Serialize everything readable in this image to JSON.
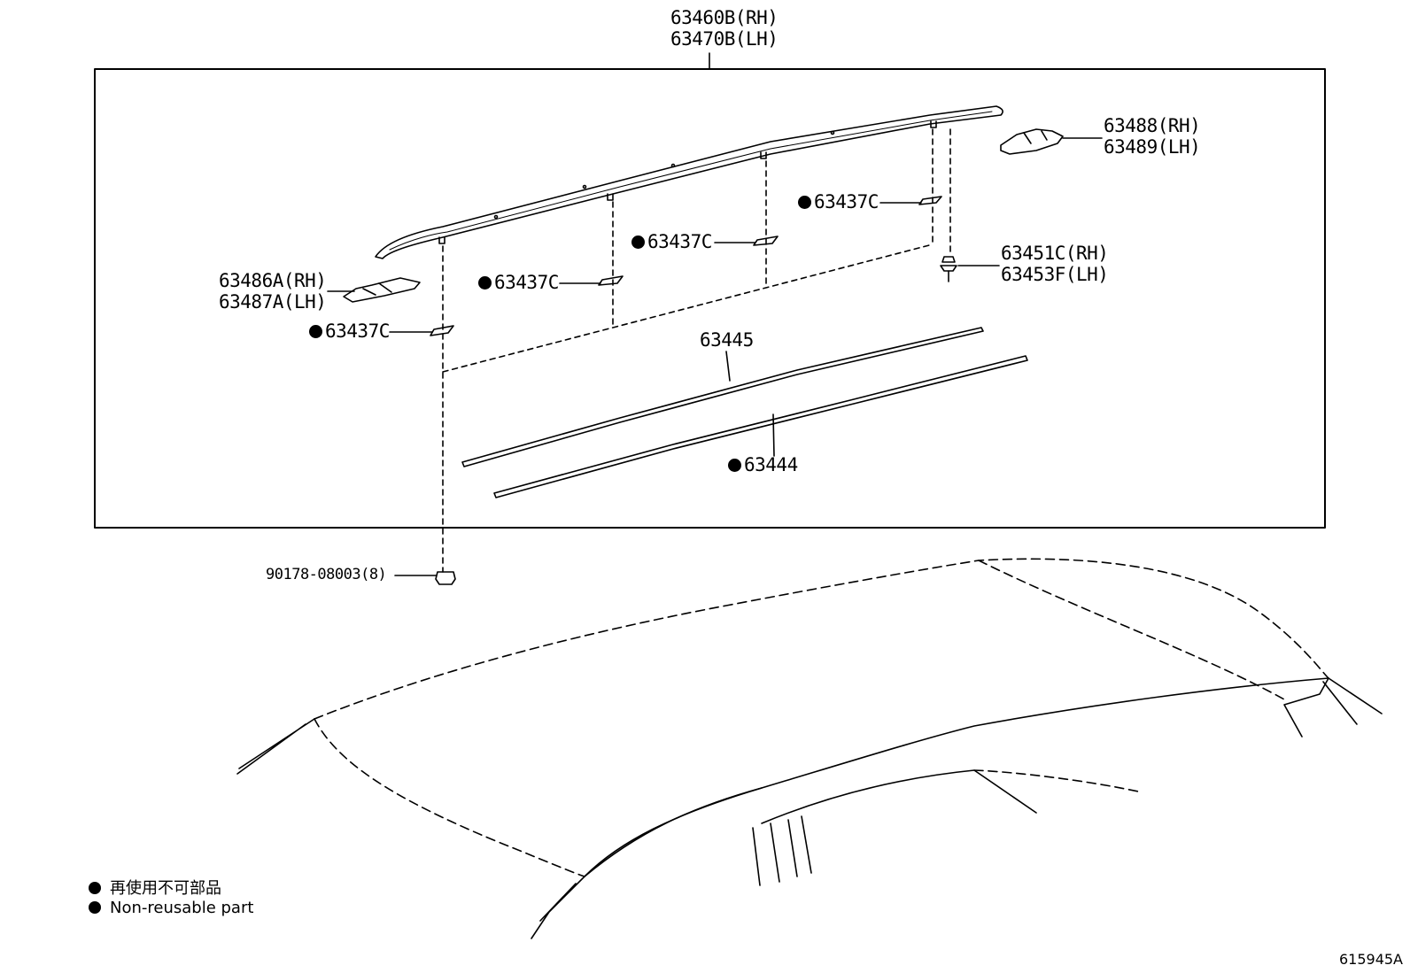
{
  "labels": {
    "roof_rail_rh": "63460B(RH)",
    "roof_rail_lh": "63470B(LH)",
    "front_cover_rh": "63486A(RH)",
    "front_cover_lh": "63487A(LH)",
    "rear_cover_rh": "63488(RH)",
    "rear_cover_lh": "63489(LH)",
    "clip_a": "63437C",
    "clip_b": "63437C",
    "clip_c": "63437C",
    "clip_d": "63437C",
    "bolt_rh": "63451C(RH)",
    "bolt_lh": "63453F(LH)",
    "moulding": "63445",
    "gasket": "63444",
    "nut": "90178-08003(8)"
  },
  "legend": {
    "ja": "再使用不可部品",
    "en": "Non-reusable part"
  },
  "figure_code": "615945A"
}
